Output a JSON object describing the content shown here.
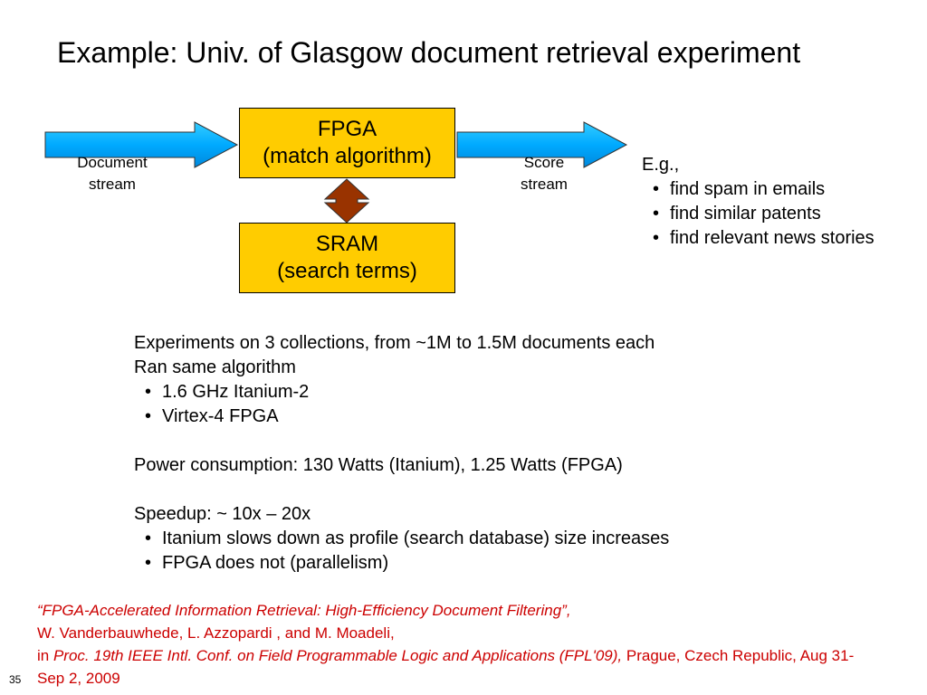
{
  "slide": {
    "title": "Example: Univ. of Glasgow document retrieval experiment",
    "page_number": "35"
  },
  "diagram": {
    "fpga_box": {
      "line1": "FPGA",
      "line2": "(match algorithm)"
    },
    "sram_box": {
      "line1": "SRAM",
      "line2": "(search terms)"
    },
    "document_stream": {
      "line1": "Document",
      "line2": "stream"
    },
    "score_stream": {
      "line1": "Score",
      "line2": "stream"
    },
    "colors": {
      "box_fill": "#ffcc00",
      "arrow_fill": "#00aaff",
      "double_arrow_fill": "#993300",
      "citation_text": "#cc0000"
    }
  },
  "examples": {
    "heading": "E.g.,",
    "items": [
      "find spam in emails",
      "find similar patents",
      "find relevant news stories"
    ]
  },
  "body": {
    "line1": "Experiments on 3 collections, from ~1M to 1.5M documents each",
    "line2": "Ran same algorithm",
    "algorithm_items": [
      "1.6 GHz Itanium-2",
      "Virtex-4 FPGA"
    ],
    "power": "Power consumption: 130 Watts (Itanium),  1.25 Watts (FPGA)",
    "speedup": "Speedup: ~ 10x – 20x",
    "speedup_items": [
      "Itanium slows down as profile (search database) size increases",
      "FPGA does not (parallelism)"
    ]
  },
  "citation": {
    "title": "“FPGA-Accelerated Information Retrieval: High-Efficiency Document Filtering”,",
    "authors": "W. Vanderbauwhede, L. Azzopardi , and M. Moadeli,",
    "in_word": "in",
    "venue": "Proc. 19th IEEE Intl. Conf. on Field Programmable Logic and Applications (FPL'09),",
    "place": "Prague, Czech Republic, Aug 31-Sep 2, 2009"
  }
}
